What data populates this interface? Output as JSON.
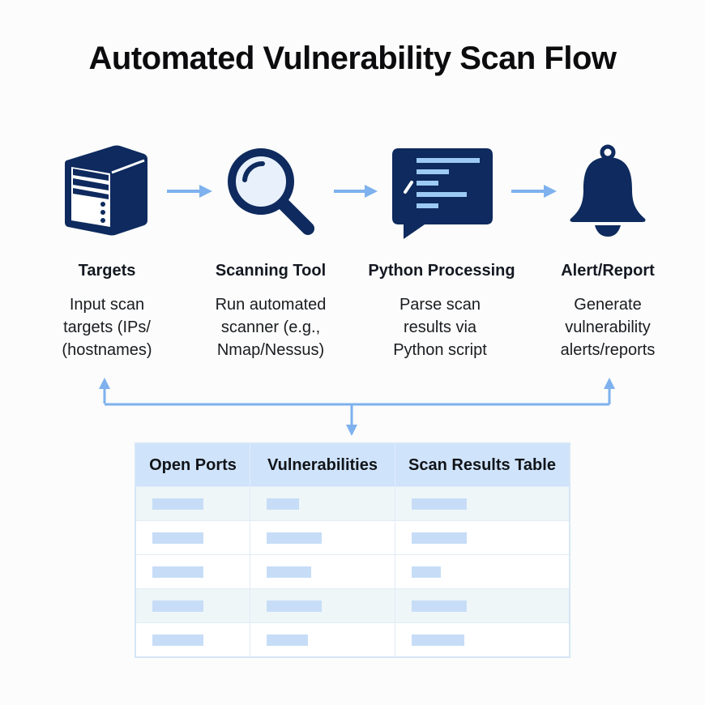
{
  "title": "Automated Vulnerability Scan Flow",
  "colors": {
    "icon_navy": "#0e2a5e",
    "arrow_blue": "#7eb1ee",
    "icon_accent": "#9ccaf4",
    "table_header": "#cfe3fb",
    "placeholder_bar": "#c7ddf7"
  },
  "steps": [
    {
      "icon": "server-icon",
      "title": "Targets",
      "desc_lines": [
        "Input scan",
        "targets (IPs/",
        "(hostnames)"
      ]
    },
    {
      "icon": "magnifying-glass-icon",
      "title": "Scanning Tool",
      "desc_lines": [
        "Run automated",
        "scanner (e.g.,",
        "Nmap/Nessus)"
      ]
    },
    {
      "icon": "code-chat-icon",
      "title": "Python Processing",
      "desc_lines": [
        "Parse scan",
        "results via",
        "Python script"
      ]
    },
    {
      "icon": "bell-icon",
      "title": "Alert/Report",
      "desc_lines": [
        "Generate",
        "vulnerability",
        "alerts/reports"
      ]
    }
  ],
  "table": {
    "headers": [
      "Open Ports",
      "Vulnerabilities",
      "Scan Results Table"
    ],
    "rows": [
      {
        "style": "alt",
        "bar_fractions": [
          0.6,
          0.35,
          0.6
        ]
      },
      {
        "style": "plain",
        "bar_fractions": [
          0.6,
          0.6,
          0.6
        ]
      },
      {
        "style": "plain",
        "bar_fractions": [
          0.6,
          0.48,
          0.32
        ]
      },
      {
        "style": "alt",
        "bar_fractions": [
          0.6,
          0.6,
          0.6
        ]
      },
      {
        "style": "plain",
        "bar_fractions": [
          0.6,
          0.45,
          0.57
        ]
      }
    ]
  }
}
